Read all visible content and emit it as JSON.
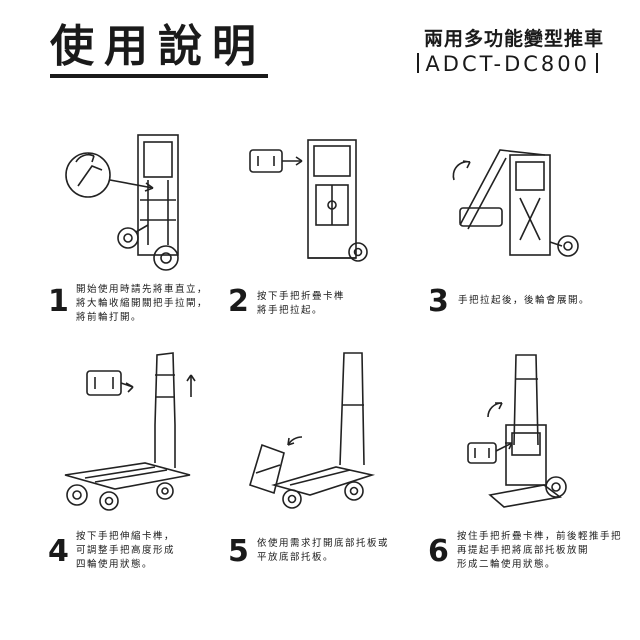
{
  "header": {
    "title": "使用說明",
    "product_name": "兩用多功能變型推車",
    "model": "ADCT-DC800"
  },
  "steps": [
    {
      "number": "1",
      "lines": [
        "開始使用時請先將車直立，",
        "將大輪收縮開關把手拉閘，",
        "將前輪打開。"
      ]
    },
    {
      "number": "2",
      "lines": [
        "按下手把折疊卡榫",
        "將手把拉起。"
      ]
    },
    {
      "number": "3",
      "lines": [
        "手把拉起後，後輪會展開。"
      ]
    },
    {
      "number": "4",
      "lines": [
        "按下手把伸縮卡榫，",
        "可調整手把高度形成",
        "四輪使用狀態。"
      ]
    },
    {
      "number": "5",
      "lines": [
        "依使用需求打開底部托板或",
        "平放底部托板。"
      ]
    },
    {
      "number": "6",
      "lines": [
        "按住手把折疊卡榫，前後輕推手把",
        "再提起手把將底部托板放開",
        "形成二輪使用狀態。"
      ]
    }
  ]
}
